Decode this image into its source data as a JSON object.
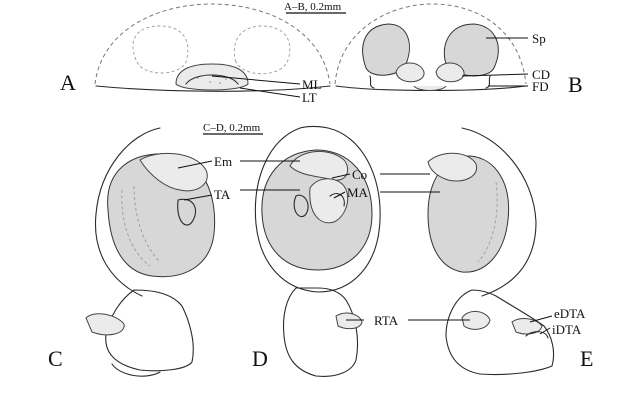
{
  "panels": [
    "A",
    "B",
    "C",
    "D",
    "E"
  ],
  "scale_bars": {
    "ab": "A–B, 0.2mm",
    "cd": "C–D, 0.2mm"
  },
  "labels": {
    "ml": "ML",
    "lt": "LT",
    "sp": "Sp",
    "cd": "CD",
    "fd": "FD",
    "em": "Em",
    "ta": "TA",
    "co": "Co",
    "ma": "MA",
    "rta": "RTA",
    "edta": "eDTA",
    "idta": "iDTA"
  }
}
